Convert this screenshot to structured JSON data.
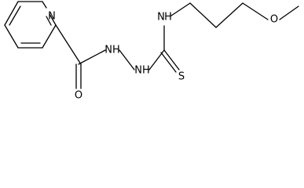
{
  "molecule": {
    "atoms": {
      "pyridine_n": "N",
      "hydrazide_nh_1": "NH",
      "hydrazide_nh_2": "NH",
      "amine_n": "N",
      "amine_h": "H",
      "carbonyl_o": "O",
      "thione_s": "S",
      "ether_o": "O"
    }
  }
}
